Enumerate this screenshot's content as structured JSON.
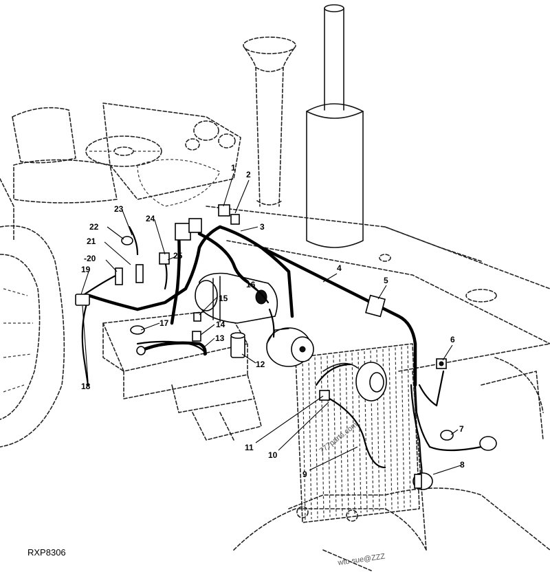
{
  "figure_id": "RXP8306",
  "callouts": [
    "1",
    "2",
    "3",
    "4",
    "5",
    "6",
    "7",
    "8",
    "9",
    "10",
    "11",
    "12",
    "13",
    "14",
    "15",
    "16",
    "17",
    "18",
    "19",
    "-20",
    "21",
    "22",
    "23",
    "24",
    "25"
  ],
  "watermarks": [
    "777parts.com",
    "wto sue@ZZZ"
  ],
  "colors": {
    "line": "#000000",
    "background": "#ffffff"
  }
}
